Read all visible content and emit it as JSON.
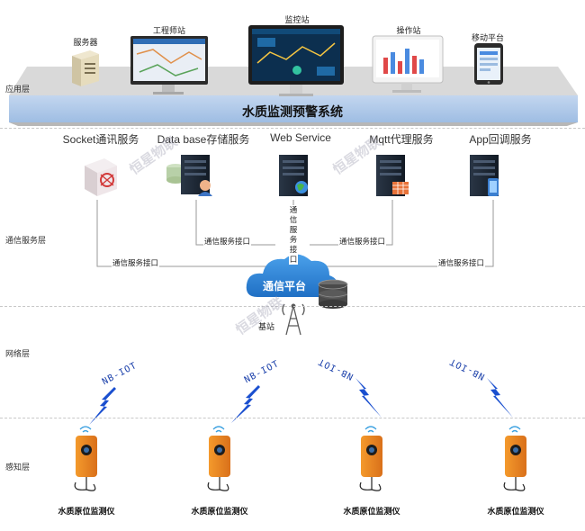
{
  "layers": {
    "application": "应用层",
    "comm_service": "通信服务层",
    "network": "网络层",
    "perception": "感知层"
  },
  "app_devices": [
    {
      "label": "服务器"
    },
    {
      "label": "工程师站"
    },
    {
      "label": "监控站"
    },
    {
      "label": "操作站"
    },
    {
      "label": "移动平台"
    }
  ],
  "system_title": "水质监测预警系统",
  "services": [
    {
      "label": "Socket通讯服务"
    },
    {
      "label": "Data base存储服务"
    },
    {
      "label": "Web Service"
    },
    {
      "label": "Mqtt代理服务"
    },
    {
      "label": "App回调服务"
    }
  ],
  "interfaces": {
    "label": "通信服务接口",
    "vertical": "通信服务接口"
  },
  "cloud_label": "通信平台",
  "base_station_label": "基站",
  "links": [
    "NB-IOT",
    "NB-IOT",
    "NB-IOT",
    "NB-IOT"
  ],
  "sensors": [
    {
      "label": "水质原位监测仪"
    },
    {
      "label": "水质原位监测仪"
    },
    {
      "label": "水质原位监测仪"
    },
    {
      "label": "水质原位监测仪"
    }
  ],
  "watermark": "恒星物联",
  "colors": {
    "platform_band": "#a9c4e6",
    "platform_gray": "#d2d2d2",
    "cloud": "#2e86d6",
    "server": "#1e2a3a",
    "link": "#1a3faa",
    "sensor": "#e8841e"
  }
}
